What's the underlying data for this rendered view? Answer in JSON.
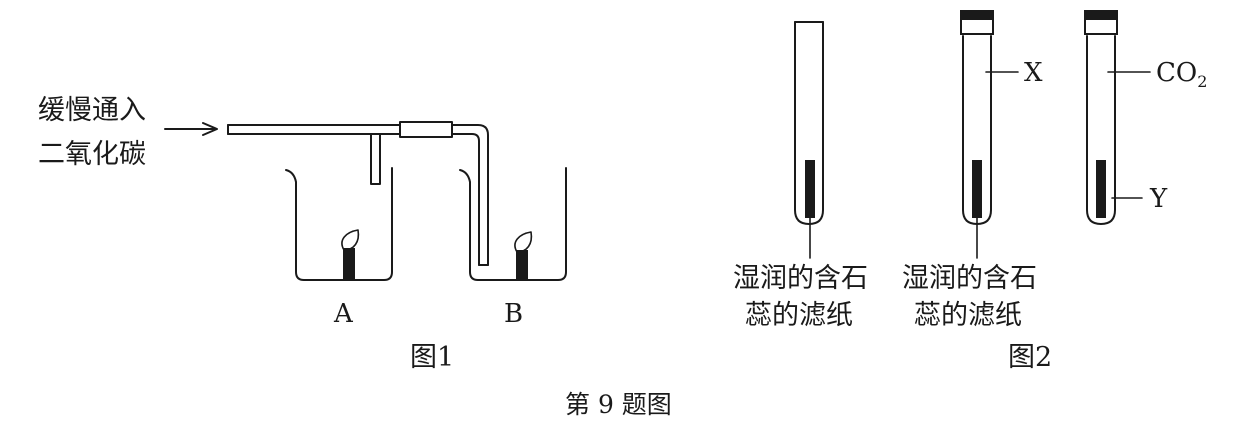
{
  "figure1": {
    "input_label_line1": "缓慢通入",
    "input_label_line2": "二氧化碳",
    "beaker_a_label": "A",
    "beaker_b_label": "B",
    "caption": "图1"
  },
  "figure2": {
    "tube1_label_line1": "湿润的含石",
    "tube1_label_line2": "蕊的滤纸",
    "tube2_label_line1": "湿润的含石",
    "tube2_label_line2": "蕊的滤纸",
    "tube2_gas_label": "X",
    "tube3_gas_label_main": "CO",
    "tube3_gas_label_sub": "2",
    "tube3_paper_label": "Y",
    "caption": "图2"
  },
  "overall_caption": "第 9 题图",
  "colors": {
    "ink": "#1a1a1a",
    "paper": "#ffffff"
  }
}
